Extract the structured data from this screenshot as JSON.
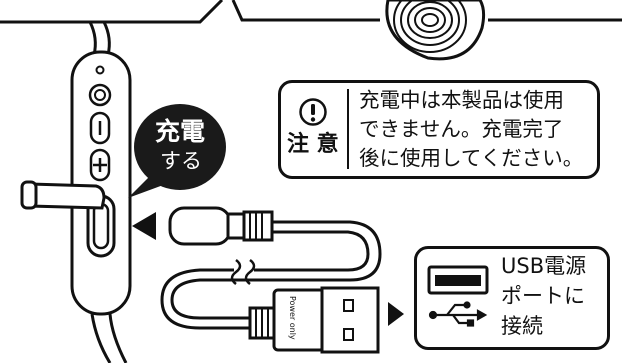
{
  "charge_bubble": {
    "line1": "充電",
    "line2": "する"
  },
  "caution": {
    "icon": "exclamation-circle-icon",
    "label": "注 意",
    "lines": [
      "充電中は本製品は使用",
      "できません。充電完了",
      "後に使用してください。"
    ]
  },
  "usb_box": {
    "icon": "usb-port-icon",
    "symbol": "usb-symbol-icon",
    "lines": [
      "USB電源",
      "ポートに",
      "接続"
    ]
  },
  "plug_label": "Power only",
  "colors": {
    "ink": "#111111",
    "paper": "#ffffff",
    "bubble": "#1a1a1a"
  }
}
